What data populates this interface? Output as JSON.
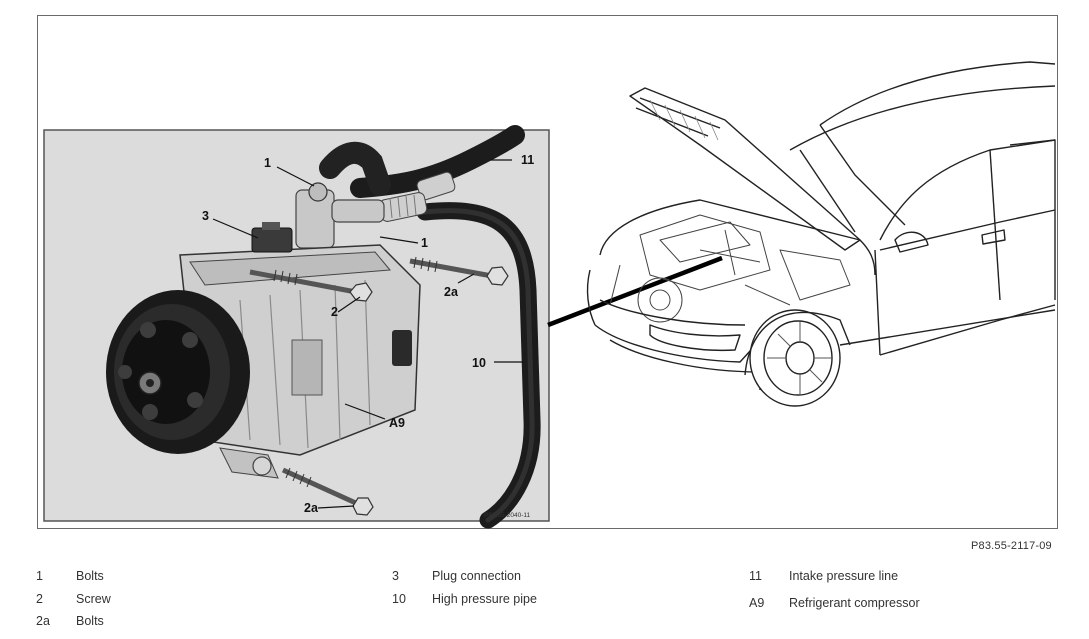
{
  "figure": {
    "inset_code": "P83.55-2040-11",
    "figure_code": "P83.55-2117-09"
  },
  "callouts": {
    "c1_top": "1",
    "c11": "11",
    "c3": "3",
    "c1_mid": "1",
    "c2a_top": "2a",
    "c2": "2",
    "c10": "10",
    "a9": "A9",
    "c2a_bottom": "2a"
  },
  "legend": [
    {
      "key": "1",
      "label": "Bolts"
    },
    {
      "key": "2",
      "label": "Screw"
    },
    {
      "key": "2a",
      "label": "Bolts"
    },
    {
      "key": "3",
      "label": "Plug connection"
    },
    {
      "key": "10",
      "label": "High pressure pipe"
    },
    {
      "key": "11",
      "label": "Intake pressure line"
    },
    {
      "key": "A9",
      "label": "Refrigerant compressor"
    }
  ]
}
